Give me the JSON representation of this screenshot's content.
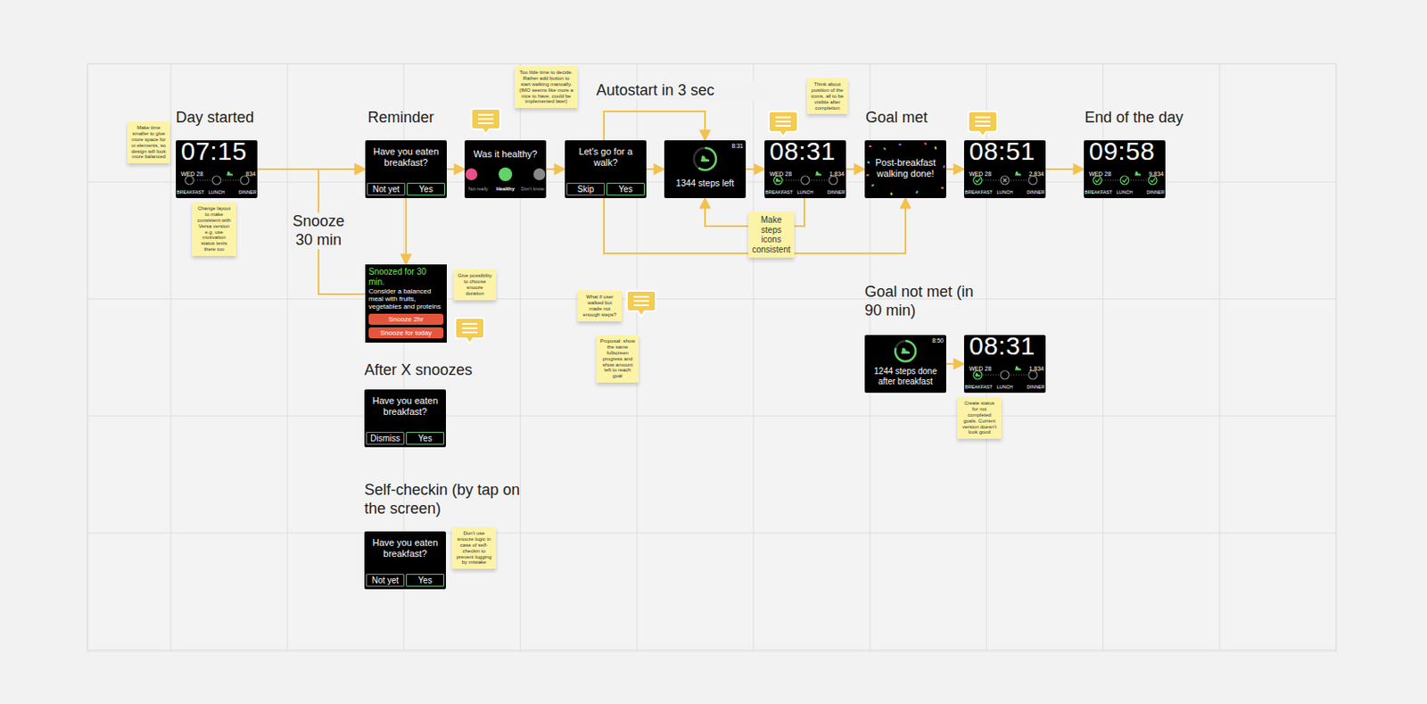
{
  "diagram": {
    "nodes": [
      {
        "text": [
          "Make time smaller to give more space for ui elements, so design will look more balanced"
        ]
      },
      {
        "text": [
          "07:15",
          "WED 28",
          "834",
          "BREAKFAST",
          "LUNCH",
          "DINNER"
        ]
      },
      {
        "text": [
          "Change layout to make consistent with Versa version e.g. use motivation status texts there too"
        ]
      },
      {
        "text": [
          "Have you eaten breakfast?",
          "Not yet",
          "Yes"
        ]
      },
      {
        "text": [
          "Was it healthy?",
          "Not really",
          "Healthy",
          "Don't know"
        ]
      },
      {
        "text": [
          "Too little time to decide. Rather add button to start walking manually. (IMO seems like more a nice to have, could be implemented later)"
        ]
      },
      {
        "text": [
          "Let's go for a walk?",
          "Skip",
          "Yes"
        ]
      },
      {
        "text": [
          "8:31",
          "1344 steps left"
        ]
      },
      {
        "text": [
          "Think about position of the icons, all to be visible after completion"
        ]
      },
      {
        "text": [
          "08:31",
          "WED 28",
          "1,834",
          "BREAKFAST",
          "LUNCH",
          "DINNER"
        ]
      },
      {
        "text": [
          "Make steps icons consistent"
        ]
      },
      {
        "text": [
          "Post-breakfast walking done!"
        ]
      },
      {
        "text": [
          "08:51",
          "WED 28",
          "2,834",
          "BREAKFAST",
          "LUNCH",
          "DINNER"
        ]
      },
      {
        "text": [
          "09:58",
          "WED 28",
          "9,834",
          "BREAKFAST",
          "LUNCH",
          "DINNER"
        ]
      },
      {
        "text": [
          "Snoozed for 30 min.",
          "Consider a balanced meal with fruits, vegetables and proteins",
          "Snooze 2hr",
          "Snooze for today"
        ]
      },
      {
        "text": [
          "Give possibility to choose snooze duration"
        ]
      },
      {
        "text": [
          "What if user walked but made not enough steps?"
        ]
      },
      {
        "text": [
          "Proposal: show the same fullscreen progress and show amount left to reach goal"
        ]
      },
      {
        "text": [
          "Have you eaten breakfast?",
          "Dismiss",
          "Yes"
        ]
      },
      {
        "text": [
          "8:50",
          "1244 steps done after breakfast"
        ]
      },
      {
        "text": [
          "08:31",
          "WED 28",
          "1,834",
          "BREAKFAST",
          "LUNCH",
          "DINNER"
        ]
      },
      {
        "text": [
          "Create status for not completed goals. Current version doesn't look good"
        ]
      },
      {
        "text": [
          "Have you eaten breakfast?",
          "Not yet",
          "Yes"
        ]
      },
      {
        "text": [
          "Don't use snooze logic in case of self-checkin to prevent logging by mistake"
        ]
      }
    ],
    "edges": [
      {
        "from": 1,
        "to": 3,
        "arrow": "to"
      },
      {
        "from": 3,
        "to": 4,
        "arrow": "to"
      },
      {
        "from": 3,
        "to": 14,
        "arrow": "to"
      },
      {
        "from": 14,
        "to": 3,
        "label": "Snooze 30 min",
        "arrow": "to"
      },
      {
        "from": 4,
        "to": 6,
        "arrow": "to"
      },
      {
        "from": 6,
        "to": 7,
        "arrow": "to"
      },
      {
        "from": 6,
        "to": 7,
        "label": "Autostart in 3 sec",
        "arrow": "to"
      },
      {
        "from": 7,
        "to": 9,
        "arrow": "to"
      },
      {
        "from": 9,
        "to": 7,
        "arrow": "to"
      },
      {
        "from": 6,
        "to": 11,
        "arrow": "to"
      },
      {
        "from": 9,
        "to": 11,
        "arrow": "to"
      },
      {
        "from": 11,
        "to": 12,
        "arrow": "to"
      },
      {
        "from": 12,
        "to": 13,
        "arrow": "to"
      },
      {
        "from": 19,
        "to": 20,
        "arrow": "to"
      }
    ],
    "labels": [
      "Day started",
      "Reminder",
      "Goal met",
      "End of the day",
      "After X snoozes",
      "Self-checkin (by tap on the screen)",
      "Goal not met (in 90 min)"
    ]
  }
}
